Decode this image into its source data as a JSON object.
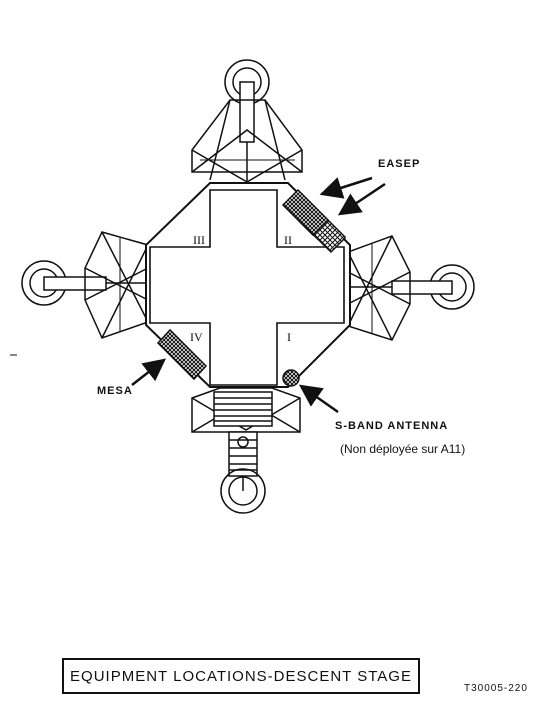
{
  "diagram": {
    "title": "EQUIPMENT LOCATIONS-DESCENT STAGE",
    "figure_code": "T30005-220",
    "quadrants": [
      "I",
      "II",
      "III",
      "IV"
    ],
    "labels": {
      "easep": "EASEP",
      "mesa": "MESA",
      "s_band": "S-BAND ANTENNA",
      "note": "(Non déployée sur A11)"
    }
  }
}
